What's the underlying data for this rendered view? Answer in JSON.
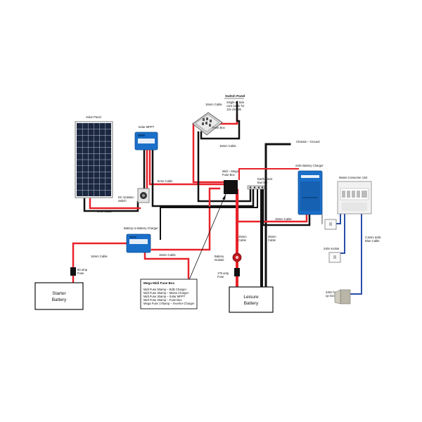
{
  "labels": {
    "solar_panel": "Solar Panel",
    "solar_mppt": "Solar MPPT",
    "mppt_cable": "6mm Cable",
    "dc_isolation": [
      "DC isolation",
      "switch"
    ],
    "panel_cable": "6mm Cable",
    "switch_panel": "Switch Panel",
    "switch_panel_note": [
      "Single or twin",
      "core cable for",
      "12v circuits"
    ],
    "fuse_box": "Fuse Box",
    "cable_16_top": "16mm Cable",
    "cable_16_fusebox": "16mm Cable",
    "chassis_ground": "Chassis – Ground",
    "midi_mega": [
      "Midi – Mega",
      "Fuse Box"
    ],
    "earth_block": [
      "Earth Block",
      "Bus bar"
    ],
    "charger_240": "240v Battery Charger",
    "mains_unit": "Mains Consumer Unit",
    "b2b_charger": "Battery to Battery Charger",
    "cable_16_b2b_left": "16mm Cable",
    "cable_16_b2b_right": "16mm Cable",
    "cable_16_charger": "16mm Cable",
    "cable_25_red": [
      "25mm",
      "Cable"
    ],
    "cable_25_black": [
      "25mm",
      "Cable"
    ],
    "battery_isolator": [
      "Battery",
      "Isolator"
    ],
    "fuse_175": [
      "175 amp",
      "Fuse"
    ],
    "fuse_60": [
      "60 amp",
      "Fuse"
    ],
    "starter_battery": [
      "Starter",
      "Battery"
    ],
    "leisure_battery": [
      "Leisure",
      "Battery"
    ],
    "socket_240": "240v socket",
    "blue_cable": [
      "2.5mm &/4b",
      "Blue Cable"
    ],
    "hookup_socket": [
      "240v hook",
      "up socket"
    ]
  },
  "fuse_table": {
    "title": "Mega Midi Fuse Box",
    "rows": [
      "Midi Fuse  50amp – B2B Charger",
      "Midi Fuse  30amp – Mains Charger",
      "Midi Fuse  30amp – Solar MPPT",
      "Midi Fuse  40amp  – Fuse Box",
      "Mega Fuse 175amp – Inverter Charger"
    ]
  },
  "colors": {
    "positive_wire": "#e8232a",
    "negative_wire": "#111111",
    "ac_wire": "#2b4fa8",
    "victron_blue": "#1a6fc9"
  }
}
